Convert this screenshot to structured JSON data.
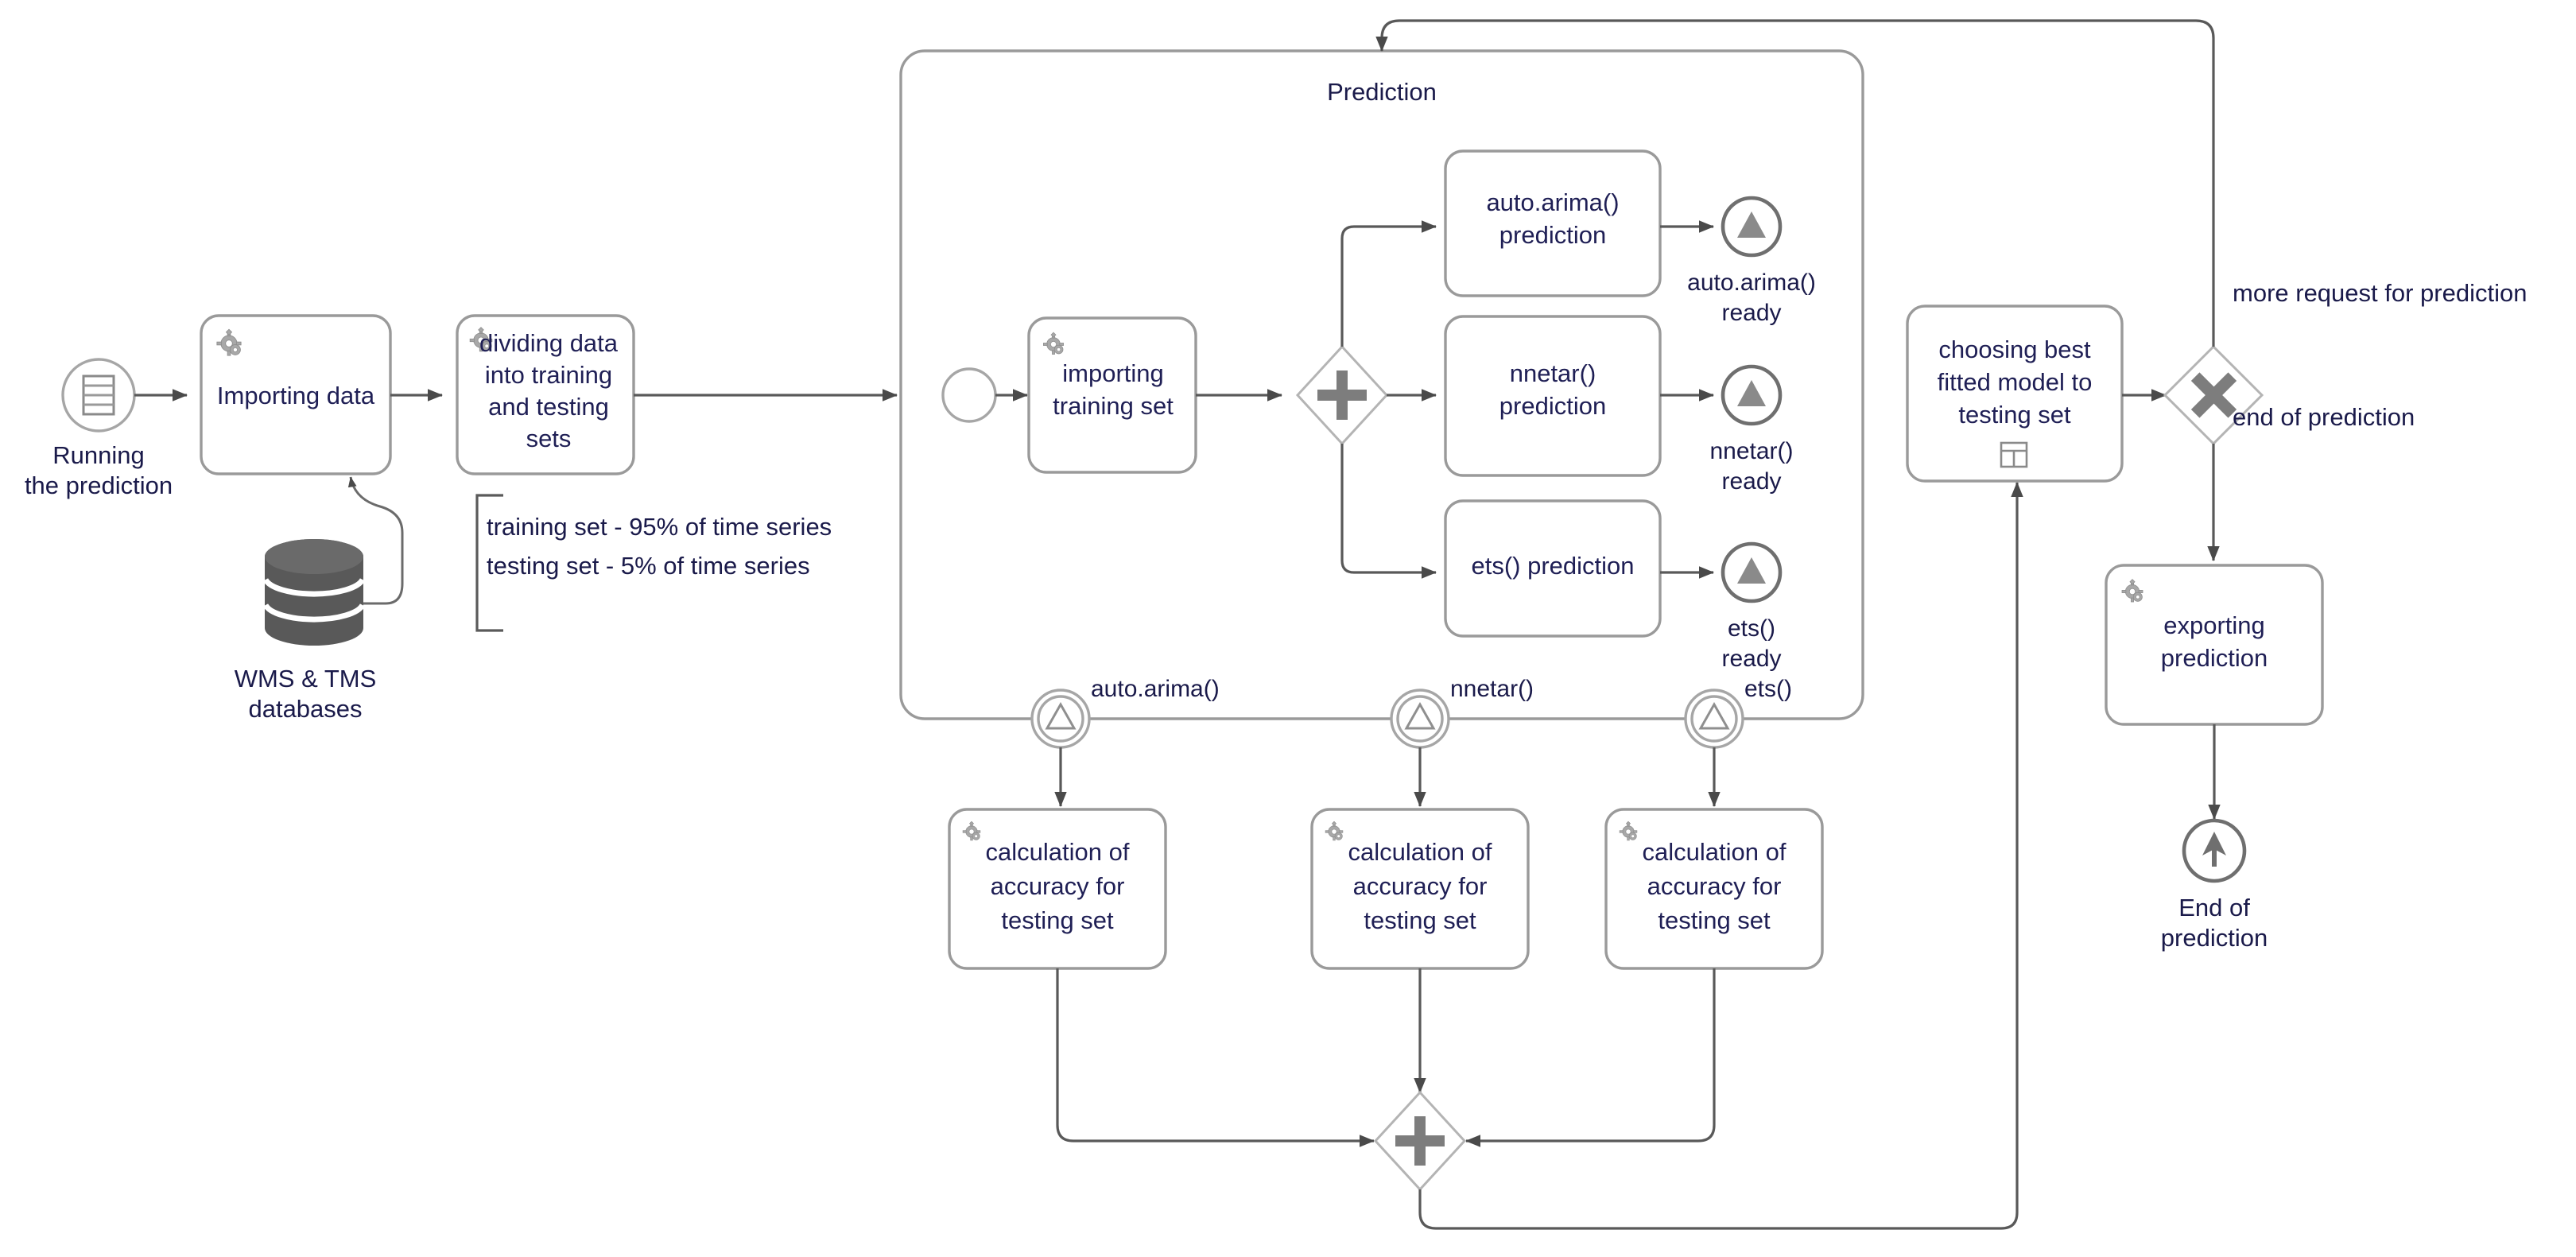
{
  "diagram": {
    "title": "Prediction process (BPMN)",
    "subprocess_label": "Prediction",
    "colors": {
      "text": "#1f1f55",
      "stroke": "#9a9a9a",
      "edge": "#595959",
      "symbol": "#7d7d7d",
      "database": "#595959"
    }
  },
  "start_events": [
    {
      "name": "running-the-prediction",
      "label_line1": "Running",
      "label_line2": "the prediction",
      "icon": "form-icon"
    },
    {
      "name": "prediction-subprocess-start",
      "label": "",
      "icon": "none"
    }
  ],
  "tasks": [
    {
      "name": "importing-data",
      "lines": [
        "Importing data"
      ],
      "icon": "service-gear-icon"
    },
    {
      "name": "dividing-data",
      "lines": [
        "dividing data",
        "into training",
        "and testing",
        "sets"
      ],
      "icon": "service-gear-icon"
    },
    {
      "name": "importing-training-set",
      "lines": [
        "importing",
        "training set"
      ],
      "icon": "service-gear-icon"
    },
    {
      "name": "auto-arima-prediction",
      "lines": [
        "auto.arima()",
        "prediction"
      ],
      "icon": "none"
    },
    {
      "name": "nnetar-prediction",
      "lines": [
        "nnetar()",
        "prediction"
      ],
      "icon": "none"
    },
    {
      "name": "ets-prediction",
      "lines": [
        "ets() prediction"
      ],
      "icon": "none"
    },
    {
      "name": "calculation-accuracy-1",
      "lines": [
        "calculation of",
        "accuracy for",
        "testing set"
      ],
      "icon": "service-gear-icon"
    },
    {
      "name": "calculation-accuracy-2",
      "lines": [
        "calculation of",
        "accuracy for",
        "testing set"
      ],
      "icon": "service-gear-icon"
    },
    {
      "name": "calculation-accuracy-3",
      "lines": [
        "calculation of",
        "accuracy for",
        "testing set"
      ],
      "icon": "service-gear-icon"
    },
    {
      "name": "choosing-best-model",
      "lines": [
        "choosing best",
        "fitted model to",
        "testing set"
      ],
      "icon": "business-rule-grid-icon"
    },
    {
      "name": "exporting-prediction",
      "lines": [
        "exporting",
        "prediction"
      ],
      "icon": "service-gear-icon"
    }
  ],
  "end_events": [
    {
      "name": "auto-arima-ready",
      "label_line1": "auto.arima()",
      "label_line2": "ready",
      "icon": "signal-end-icon"
    },
    {
      "name": "nnetar-ready",
      "label_line1": "nnetar()",
      "label_line2": "ready",
      "icon": "signal-end-icon"
    },
    {
      "name": "ets-ready",
      "label_line1": "ets()",
      "label_line2": "ready",
      "icon": "signal-end-icon"
    },
    {
      "name": "end-of-prediction",
      "label_line1": "End of",
      "label_line2": "prediction",
      "icon": "terminate-arrow-icon"
    }
  ],
  "boundary_events": [
    {
      "name": "boundary-auto-arima",
      "label": "auto.arima()",
      "icon": "signal-boundary-icon"
    },
    {
      "name": "boundary-nnetar",
      "label": "nnetar()",
      "icon": "signal-boundary-icon"
    },
    {
      "name": "boundary-ets",
      "label": "ets()",
      "icon": "signal-boundary-icon"
    }
  ],
  "gateways": [
    {
      "name": "parallel-fork-gateway",
      "symbol": "+",
      "type": "parallel"
    },
    {
      "name": "parallel-join-gateway",
      "symbol": "+",
      "type": "parallel"
    },
    {
      "name": "exclusive-decision-gateway",
      "symbol": "X",
      "type": "exclusive"
    }
  ],
  "data_store": {
    "name": "wms-tms-databases",
    "label_line1": "WMS & TMS",
    "label_line2": "databases",
    "icon": "database-cylinder-icon"
  },
  "annotation": {
    "name": "training-testing-split-annotation",
    "line1": "training set - 95% of time series",
    "line2": "testing set - 5% of time series"
  },
  "flow_labels": [
    {
      "name": "flow-label-more-request",
      "text": "more request for prediction"
    },
    {
      "name": "flow-label-end-of-prediction",
      "text": "end of prediction"
    }
  ]
}
